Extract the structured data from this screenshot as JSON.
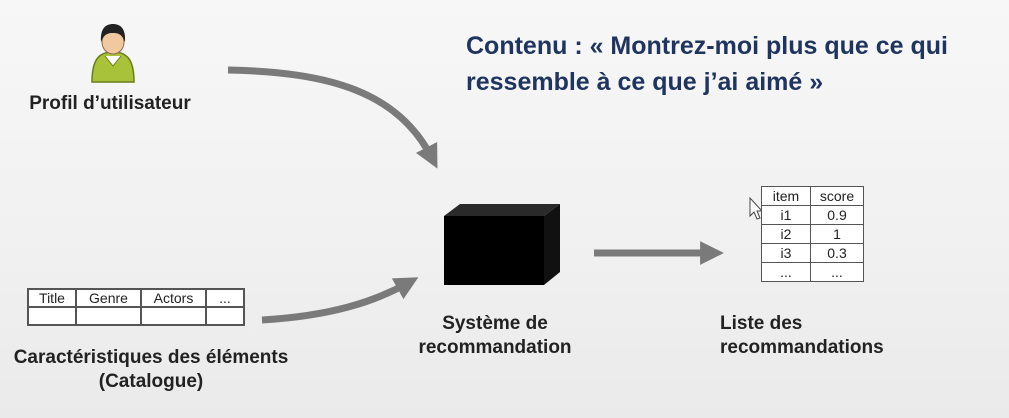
{
  "title_line1": "Contenu : « Montrez-moi plus que ce qui",
  "title_line2": "ressemble à ce que j’ai aimé »",
  "profil_label": "Profil d’utilisateur",
  "catalog": {
    "headers": [
      "Title",
      "Genre",
      "Actors",
      "..."
    ],
    "label_line1": "Caractéristiques des éléments",
    "label_line2": "(Catalogue)"
  },
  "systeme": {
    "label_line1": "Système de",
    "label_line2": "recommandation"
  },
  "recommendations": {
    "headers": [
      "item",
      "score"
    ],
    "rows": [
      [
        "i1",
        "0.9"
      ],
      [
        "i2",
        "1"
      ],
      [
        "i3",
        "0.3"
      ],
      [
        "...",
        "..."
      ]
    ],
    "label_line1": "Liste des",
    "label_line2": "recommandations"
  },
  "colors": {
    "title": "#1f3560",
    "arrow": "#7a7a7a",
    "user_body": "#a8c23a",
    "black_box": "#000000"
  },
  "icons": [
    "user-icon",
    "black-box-icon",
    "mouse-cursor-icon"
  ]
}
